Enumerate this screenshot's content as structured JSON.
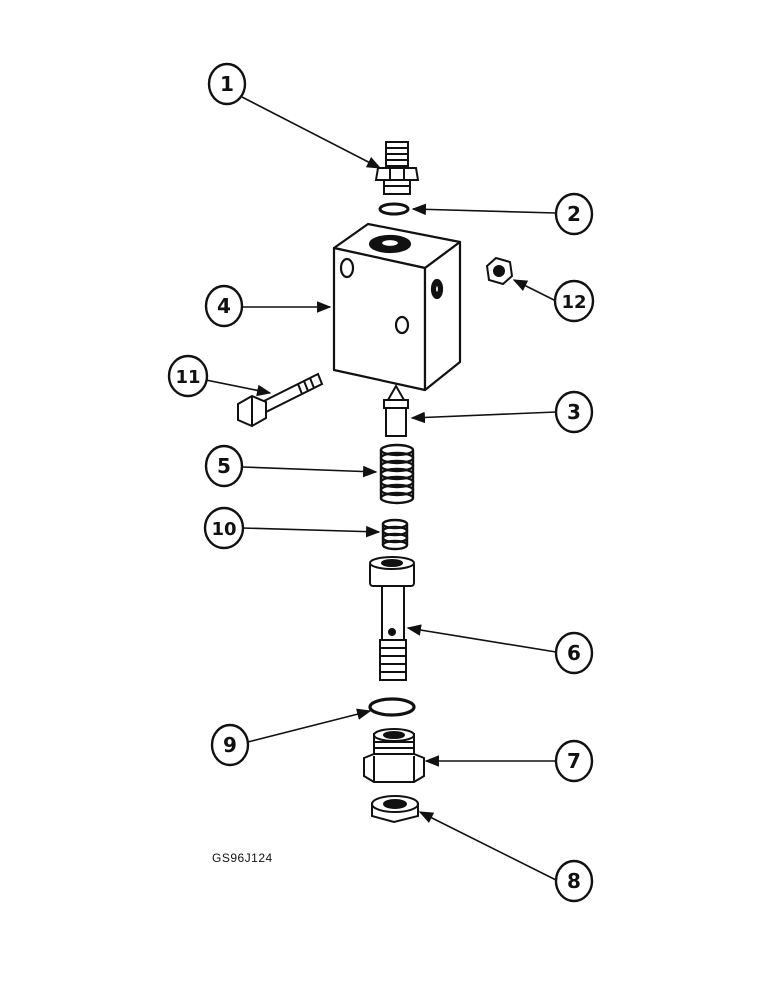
{
  "figure": {
    "code": "GS96J124"
  },
  "callouts": [
    {
      "number": "1",
      "part": "fitting"
    },
    {
      "number": "2",
      "part": "o-ring"
    },
    {
      "number": "3",
      "part": "poppet"
    },
    {
      "number": "4",
      "part": "valve-body"
    },
    {
      "number": "5",
      "part": "spring"
    },
    {
      "number": "6",
      "part": "adjusting-screw"
    },
    {
      "number": "7",
      "part": "plug"
    },
    {
      "number": "8",
      "part": "nut"
    },
    {
      "number": "9",
      "part": "o-ring"
    },
    {
      "number": "10",
      "part": "spring"
    },
    {
      "number": "11",
      "part": "bolt"
    },
    {
      "number": "12",
      "part": "nut"
    }
  ]
}
